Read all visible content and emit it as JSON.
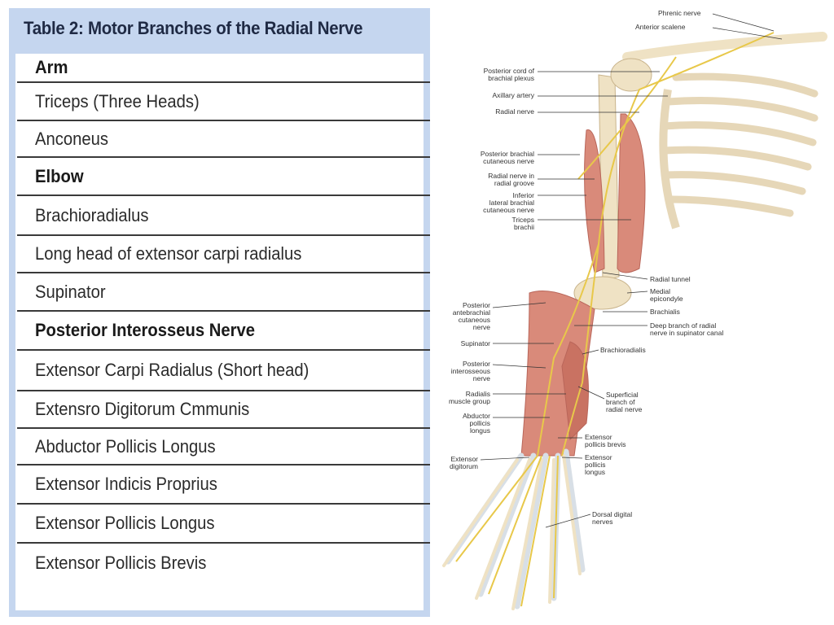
{
  "table": {
    "title": "Table 2: Motor Branches of the Radial Nerve",
    "rows": [
      {
        "text": "Arm",
        "section": true
      },
      {
        "text": "Triceps (Three Heads)",
        "section": false
      },
      {
        "text": "Anconeus",
        "section": false
      },
      {
        "text": "Elbow",
        "section": true
      },
      {
        "text": "Brachioradialus",
        "section": false
      },
      {
        "text": "Long head of extensor carpi radialus",
        "section": false
      },
      {
        "text": "Supinator",
        "section": false
      },
      {
        "text": "Posterior Interosseus Nerve",
        "section": true
      },
      {
        "text": "Extensor Carpi Radialus (Short head)",
        "section": false
      },
      {
        "text": "Extensro Digitorum Cmmunis",
        "section": false
      },
      {
        "text": "Abductor Pollicis Longus",
        "section": false
      },
      {
        "text": "Extensor Indicis Proprius",
        "section": false
      },
      {
        "text": "Extensor Pollicis Longus",
        "section": false
      },
      {
        "text": "Extensor Pollicis Brevis",
        "section": false
      }
    ]
  },
  "illustration": {
    "labels": {
      "phrenic_nerve": "Phrenic nerve",
      "anterior_scalene": "Anterior scalene",
      "posterior_cord": "Posterior cord of\nbrachial plexus",
      "axillary_artery": "Axillary artery",
      "radial_nerve": "Radial nerve",
      "posterior_brachial_cutaneous": "Posterior brachial\ncutaneous nerve",
      "radial_nerve_groove": "Radial nerve in\nradial groove",
      "inferior_lateral_brachial": "Inferior\nlateral brachial\ncutaneous nerve",
      "triceps_brachii": "Triceps\nbrachii",
      "radial_tunnel": "Radial tunnel",
      "medial_epicondyle": "Medial\nepicondyle",
      "brachialis": "Brachialis",
      "deep_branch": "Deep branch of radial\nnerve in supinator canal",
      "brachioradialis": "Brachioradialis",
      "posterior_antebrachial": "Posterior\nantebrachial\ncutaneous\nnerve",
      "supinator": "Supinator",
      "posterior_interosseous": "Posterior\ninterosseous\nnerve",
      "radialis_muscle_group": "Radialis\nmuscle group",
      "abductor_pollicis_longus": "Abductor\npollicis\nlongus",
      "superficial_branch": "Superficial\nbranch of\nradial nerve",
      "extensor_pollicis_brevis": "Extensor\npollicis brevis",
      "extensor_digitorum": "Extensor\ndigitorum",
      "extensor_pollicis_longus": "Extensor\npollicis\nlongus",
      "dorsal_digital_nerves": "Dorsal digital\nnerves"
    }
  },
  "colors": {
    "header_band": "#c5d6ef",
    "bone": "#efe2c4",
    "muscle": "#d98a7a",
    "nerve": "#e8c84a"
  }
}
